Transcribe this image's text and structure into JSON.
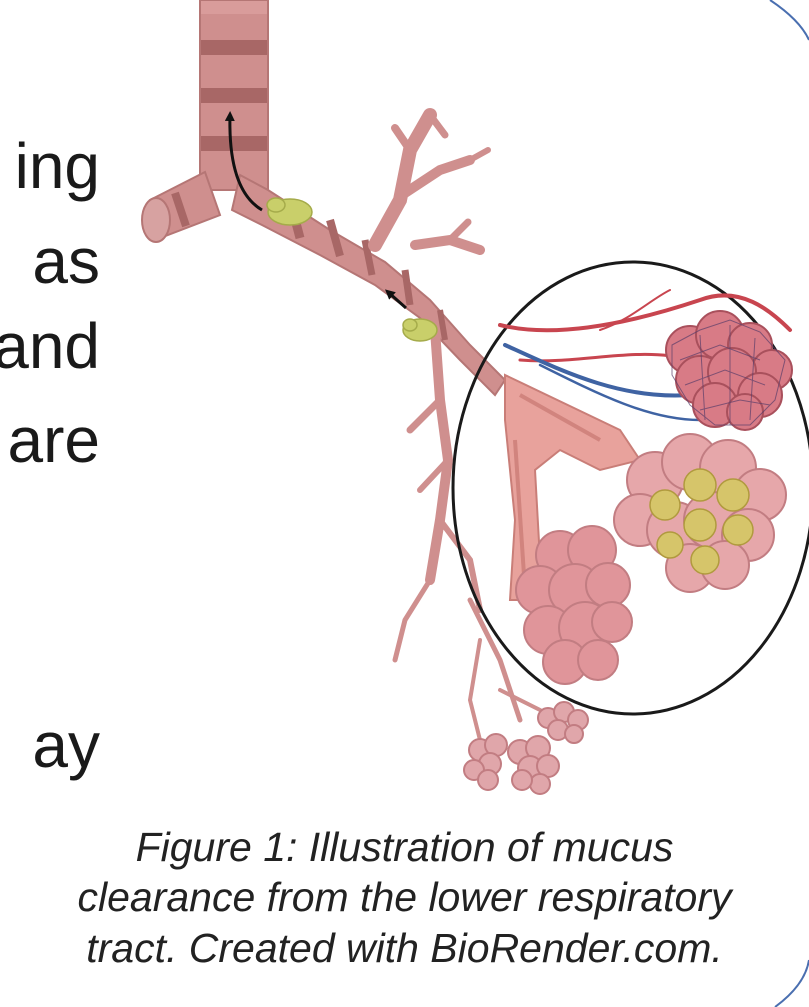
{
  "slide_text_fragments": [
    "ing",
    "as",
    "and",
    "are",
    "ay"
  ],
  "caption": {
    "lines": [
      "Figure 1: Illustration of mucus",
      "clearance from the lower respiratory",
      "tract. Created with BioRender.com."
    ]
  },
  "colors": {
    "airway": "#cf8f8e",
    "airway_band": "#a86766",
    "mucus": "#c9cf6a",
    "alveoli": "#e0959a",
    "artery": "#c8454f",
    "vein": "#3f63a3",
    "frame_blue": "#4a6fb0"
  }
}
